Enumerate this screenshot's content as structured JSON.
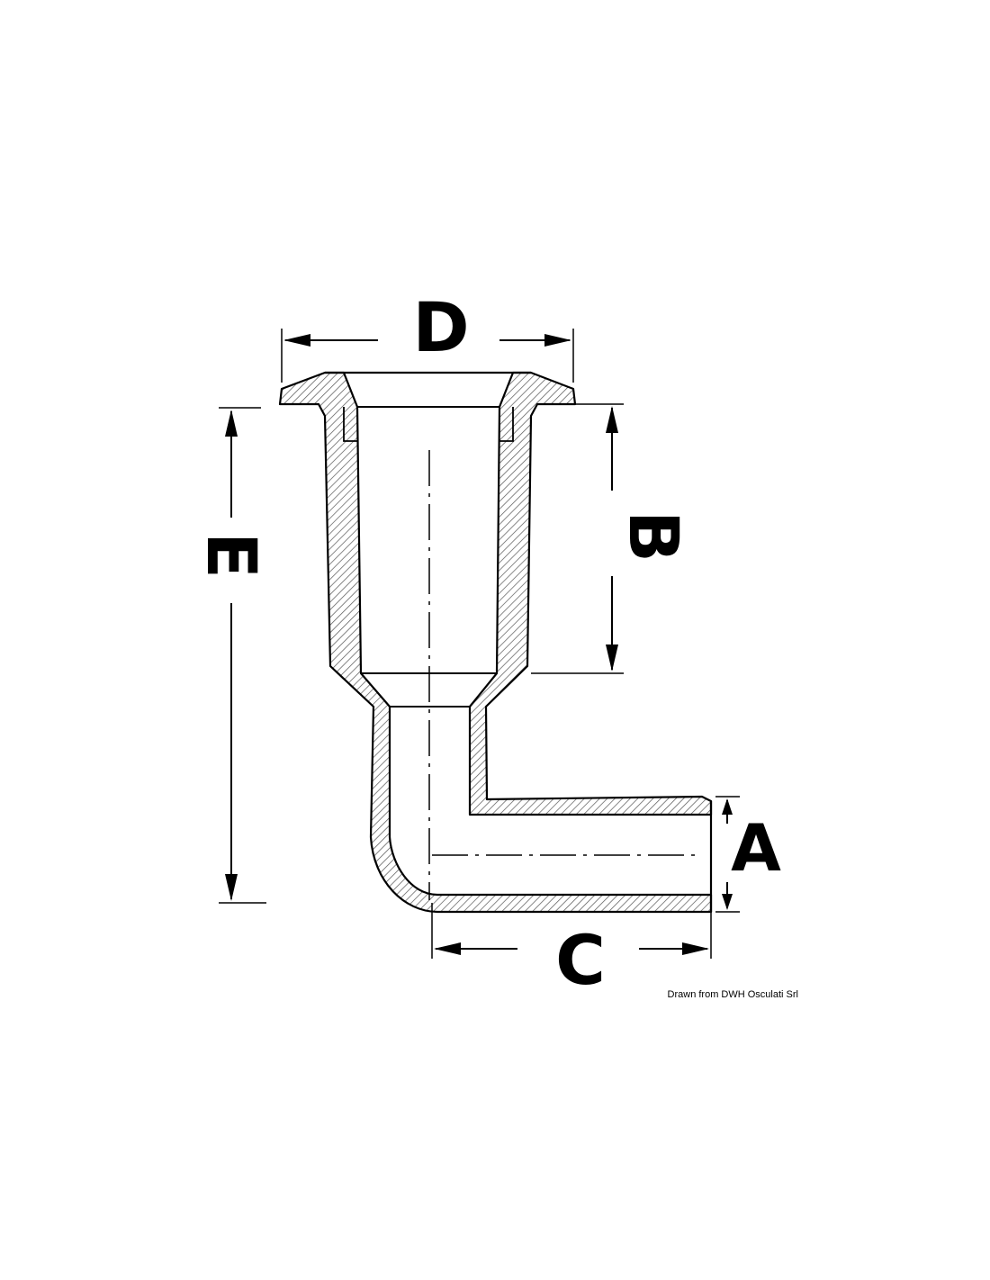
{
  "labels": {
    "d": "D",
    "b": "B",
    "e": "E",
    "a": "A",
    "c": "C"
  },
  "credit": "Drawn from DWH Osculati Srl",
  "colors": {
    "line": "#000000",
    "hatch": "#555555",
    "background": "#ffffff"
  }
}
